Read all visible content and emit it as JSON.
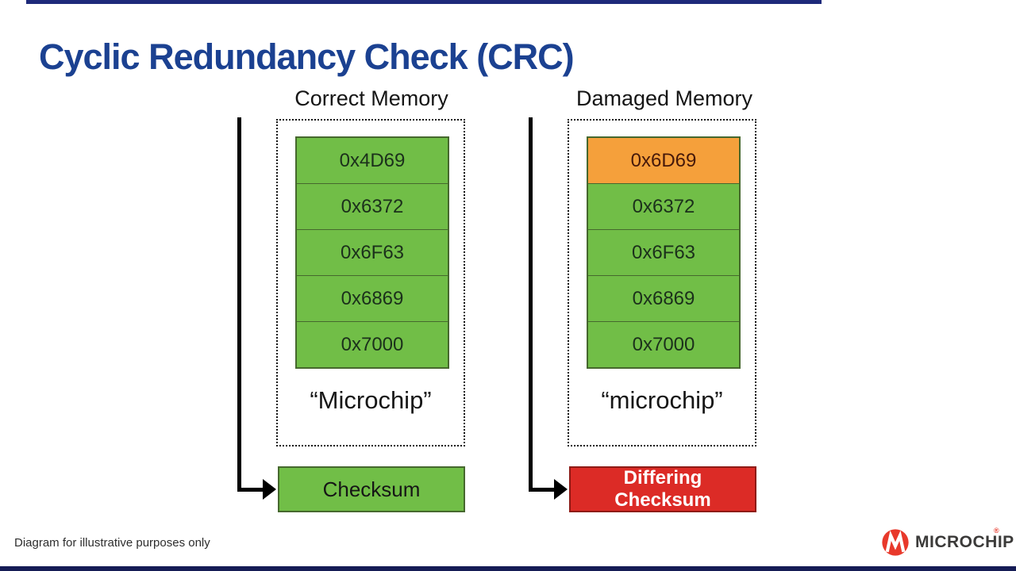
{
  "title": "Cyclic Redundancy Check (CRC)",
  "footer": {
    "note": "Diagram for illustrative purposes only"
  },
  "logo": {
    "wordmark": "MICROCHIP",
    "reg": "®"
  },
  "colors": {
    "title_navy": "#1b4191",
    "accent_bar_navy": "#1e2a7a",
    "memory_green": "#71be47",
    "memory_green_border": "#46682e",
    "corrupted_orange": "#f5a03b",
    "corrupted_orange_border": "#8a5718",
    "error_red": "#dc2b26",
    "error_red_border": "#8e1b16",
    "logo_red": "#e8392b"
  },
  "columns": [
    {
      "header": "Correct Memory",
      "cells": [
        {
          "value": "0x4D69",
          "state": "ok"
        },
        {
          "value": "0x6372",
          "state": "ok"
        },
        {
          "value": "0x6F63",
          "state": "ok"
        },
        {
          "value": "0x6869",
          "state": "ok"
        },
        {
          "value": "0x7000",
          "state": "ok"
        }
      ],
      "decoded": "“Microchip”",
      "checksum": {
        "state": "match",
        "lines": [
          "Checksum"
        ]
      }
    },
    {
      "header": "Damaged Memory",
      "cells": [
        {
          "value": "0x6D69",
          "state": "corrupted"
        },
        {
          "value": "0x6372",
          "state": "ok"
        },
        {
          "value": "0x6F63",
          "state": "ok"
        },
        {
          "value": "0x6869",
          "state": "ok"
        },
        {
          "value": "0x7000",
          "state": "ok"
        }
      ],
      "decoded": "“microchip”",
      "checksum": {
        "state": "mismatch",
        "lines": [
          "Differing",
          "Checksum"
        ]
      }
    }
  ]
}
